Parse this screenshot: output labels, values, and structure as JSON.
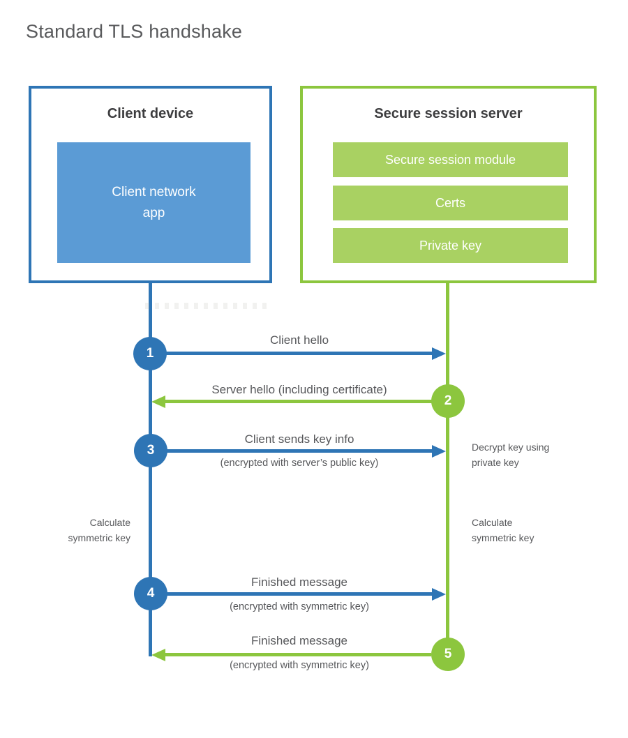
{
  "title": "Standard TLS handshake",
  "colors": {
    "blue": "#2e75b5",
    "blue_light": "#5b9bd5",
    "green": "#8cc63e",
    "green_light": "#a9d162",
    "heading_text": "#3d3d3f",
    "label_text": "#56575a"
  },
  "client": {
    "title": "Client device",
    "app_label": "Client network\napp"
  },
  "server": {
    "title": "Secure session server",
    "modules": [
      "Secure session module",
      "Certs",
      "Private key"
    ]
  },
  "steps": [
    {
      "num": "1",
      "label": "Client hello",
      "sublabel": "",
      "direction": "right",
      "color": "blue"
    },
    {
      "num": "2",
      "label": "Server hello (including certificate)",
      "sublabel": "",
      "direction": "left",
      "color": "green"
    },
    {
      "num": "3",
      "label": "Client sends key info",
      "sublabel": "(encrypted with server’s public key)",
      "direction": "right",
      "color": "blue"
    },
    {
      "num": "4",
      "label": "Finished message",
      "sublabel": "(encrypted with symmetric key)",
      "direction": "right",
      "color": "blue"
    },
    {
      "num": "5",
      "label": "Finished message",
      "sublabel": "(encrypted with symmetric key)",
      "direction": "left",
      "color": "green"
    }
  ],
  "annotations": {
    "decrypt": "Decrypt key using\nprivate key",
    "calc_left": "Calculate\nsymmetric key",
    "calc_right": "Calculate\nsymmetric key"
  }
}
